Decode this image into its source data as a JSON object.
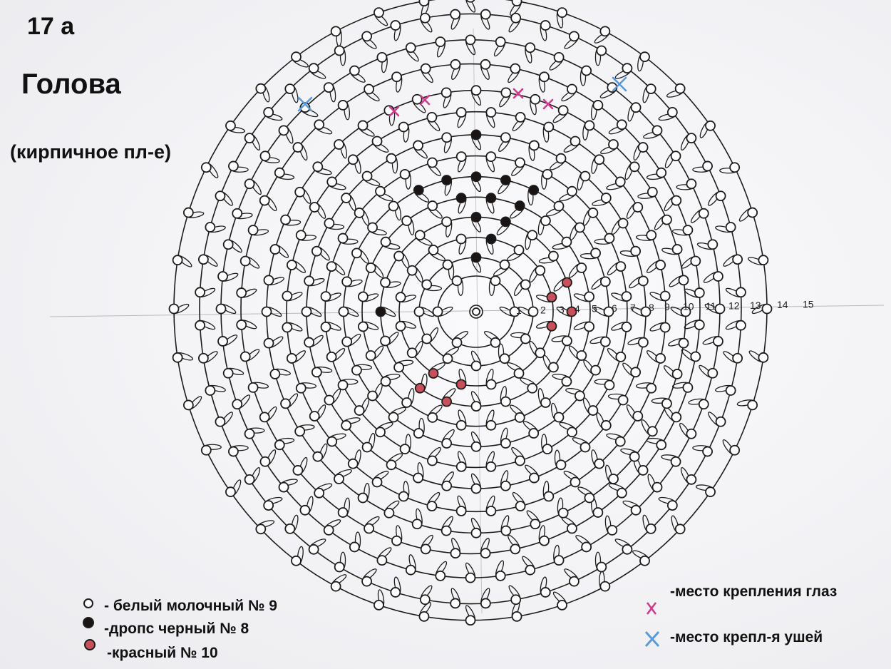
{
  "header": {
    "number": "17 а",
    "title": "Голова",
    "subtitle": "(кирпичное пл-е)"
  },
  "ring_labels": [
    "1",
    "2",
    "3",
    "4",
    "5",
    "6",
    "7",
    "8",
    "9",
    "10",
    "11",
    "12",
    "13",
    "14",
    "15"
  ],
  "legend": {
    "white": "- белый  молочный № 9",
    "black": "-дропс черный № 8",
    "red": "-красный № 10",
    "eyes": "-место крепления глаз",
    "ears": "-место крепл-я ушей"
  },
  "colors": {
    "white_bead": "#ffffff",
    "black_bead": "#1a1414",
    "red_bead": "#c8505a",
    "eye_marker": "#d03a8c",
    "ear_marker": "#5a9ad8",
    "ink": "#1c1c1c"
  }
}
